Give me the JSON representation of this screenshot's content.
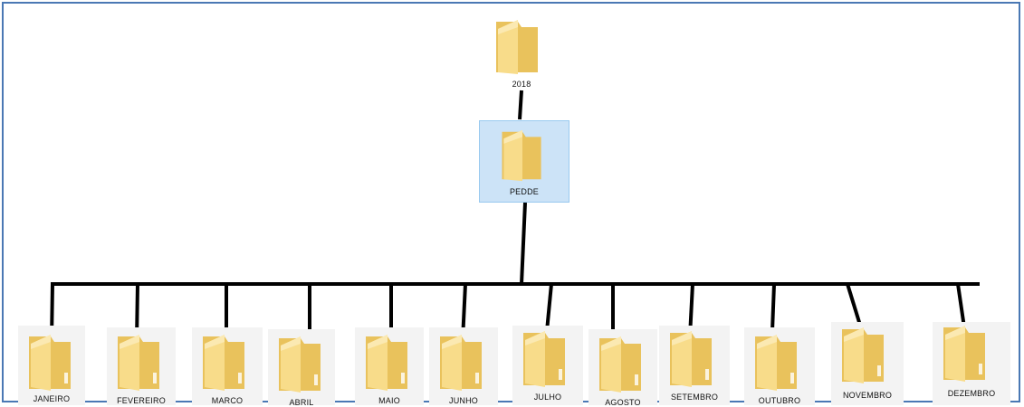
{
  "root": {
    "label": "2018",
    "icon": "folder-icon"
  },
  "selected": {
    "label": "PEDDE",
    "icon": "folder-icon"
  },
  "months": [
    {
      "label": "JANEIRO",
      "icon": "folder-icon"
    },
    {
      "label": "FEVEREIRO",
      "icon": "folder-icon"
    },
    {
      "label": "MARCO",
      "icon": "folder-icon"
    },
    {
      "label": "ABRIL",
      "icon": "folder-icon"
    },
    {
      "label": "MAIO",
      "icon": "folder-icon"
    },
    {
      "label": "JUNHO",
      "icon": "folder-icon"
    },
    {
      "label": "JULHO",
      "icon": "folder-icon"
    },
    {
      "label": "AGOSTO",
      "icon": "folder-icon"
    },
    {
      "label": "SETEMBRO",
      "icon": "folder-icon"
    },
    {
      "label": "OUTUBRO",
      "icon": "folder-icon"
    },
    {
      "label": "NOVEMBRO",
      "icon": "folder-icon"
    },
    {
      "label": "DEZEMBRO",
      "icon": "folder-icon"
    }
  ],
  "colors": {
    "folder_back": "#e9c25c",
    "folder_front": "#f8dc8a",
    "folder_highlight": "#fbe9b2",
    "connector": "#000000",
    "selection_fill": "#cce3f7",
    "selection_border": "#99c9ef",
    "frame_border": "#4a78b4"
  }
}
